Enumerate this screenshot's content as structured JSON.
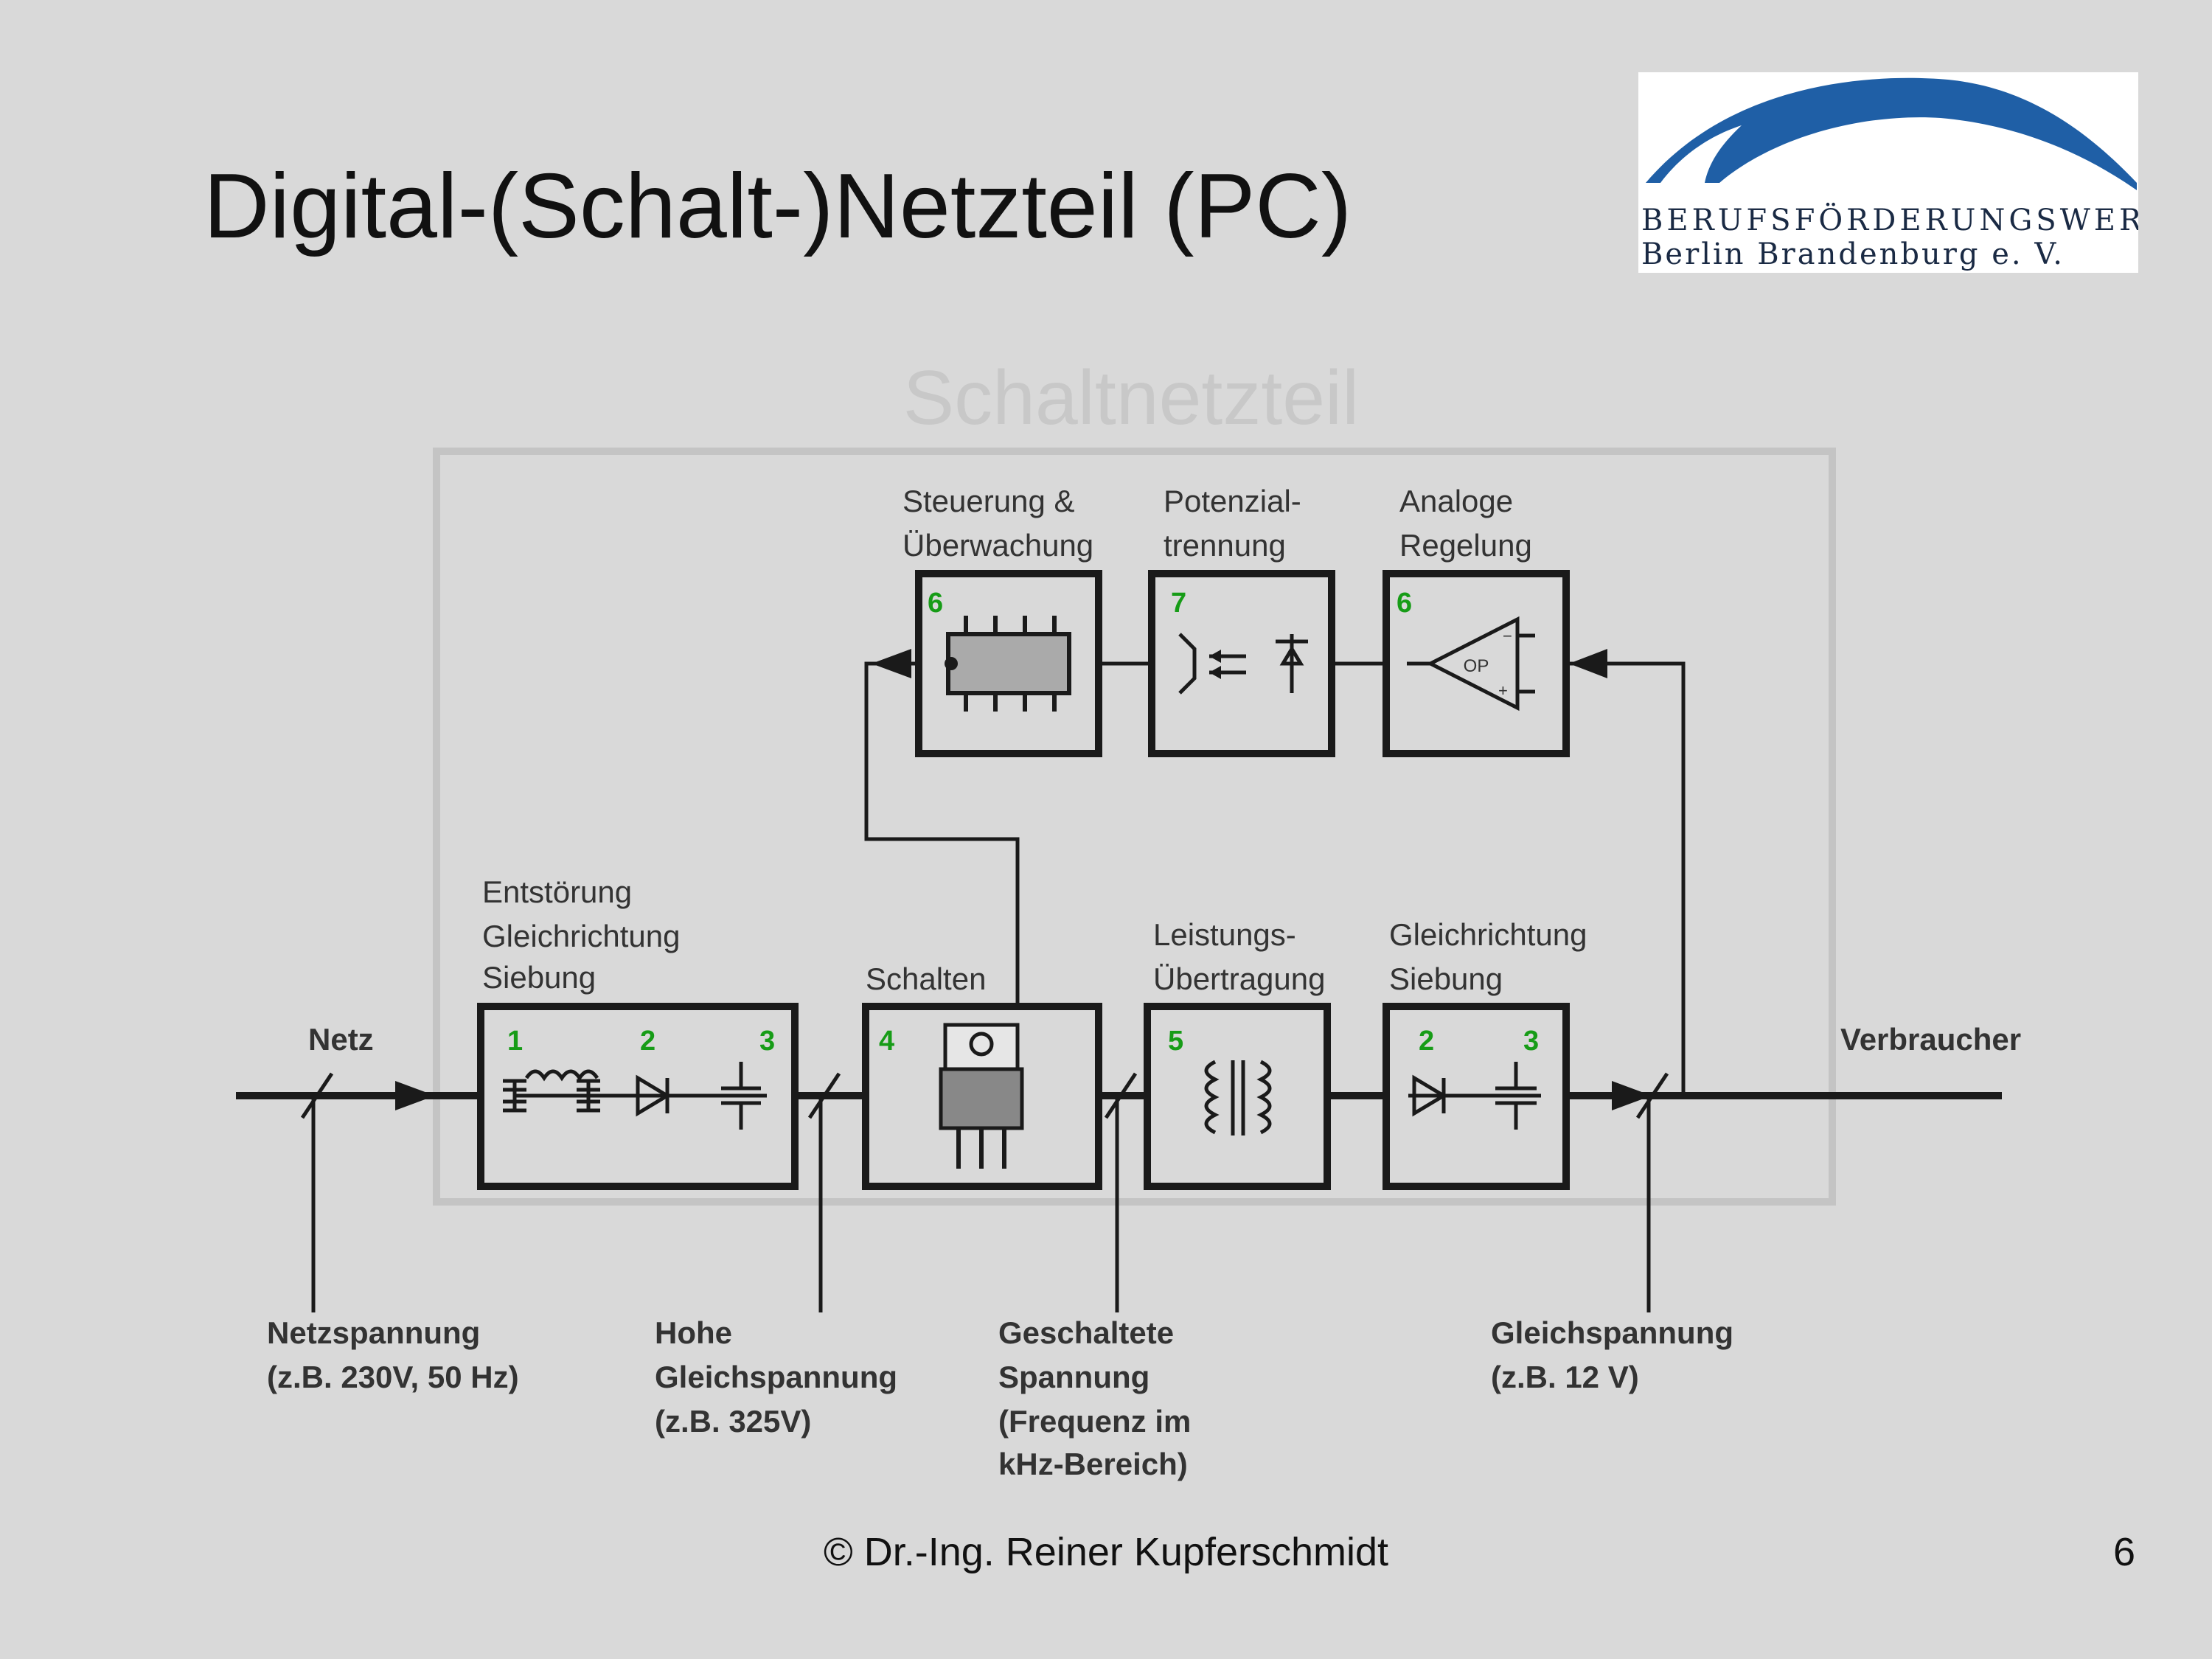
{
  "slide": {
    "title": "Digital-(Schalt-)Netzteil (PC)",
    "footer": "© Dr.-Ing. Reiner Kupferschmidt",
    "page_number": "6"
  },
  "logo": {
    "line1": "BERUFSFÖRDERUNGSWERK",
    "line2": "Berlin Brandenburg e. V."
  },
  "colors": {
    "background": "#d9d9d9",
    "line": "#1a1a1a",
    "frame": "#c4c4c4",
    "number": "#179c17",
    "logo_blue": "#1f5fa6"
  },
  "diagram": {
    "frame_title": "Schaltnetzteil",
    "blocks": {
      "steuerung": {
        "label": [
          "Steuerung &",
          "Überwachung"
        ],
        "numbers": [
          "6"
        ]
      },
      "potenzial": {
        "label": [
          "Potenzial-",
          "trennung"
        ],
        "numbers": [
          "7"
        ]
      },
      "regelung": {
        "label": [
          "Analoge",
          "Regelung"
        ],
        "numbers": [
          "6"
        ],
        "symbol": "OP"
      },
      "entstoerung": {
        "label": [
          "Entstörung",
          "Gleichrichtung",
          "Siebung"
        ],
        "numbers": [
          "1",
          "2",
          "3"
        ]
      },
      "schalten": {
        "label": [
          "Schalten"
        ],
        "numbers": [
          "4"
        ]
      },
      "leistung": {
        "label": [
          "Leistungs-",
          "Übertragung"
        ],
        "numbers": [
          "5"
        ]
      },
      "gleichrichtung": {
        "label": [
          "Gleichrichtung",
          "Siebung"
        ],
        "numbers": [
          "2",
          "3"
        ]
      }
    },
    "netz_label": "Netz",
    "verbraucher_label": "Verbraucher",
    "annotations": {
      "netzspannung": [
        "Netzspannung",
        "(z.B. 230V, 50 Hz)"
      ],
      "hohe": [
        "Hohe",
        "Gleichspannung",
        "(z.B. 325V)"
      ],
      "geschaltete": [
        "Geschaltete",
        "Spannung",
        "(Frequenz im",
        "kHz-Bereich)"
      ],
      "gleichspannung": [
        "Gleichspannung",
        "(z.B. 12 V)"
      ]
    }
  }
}
